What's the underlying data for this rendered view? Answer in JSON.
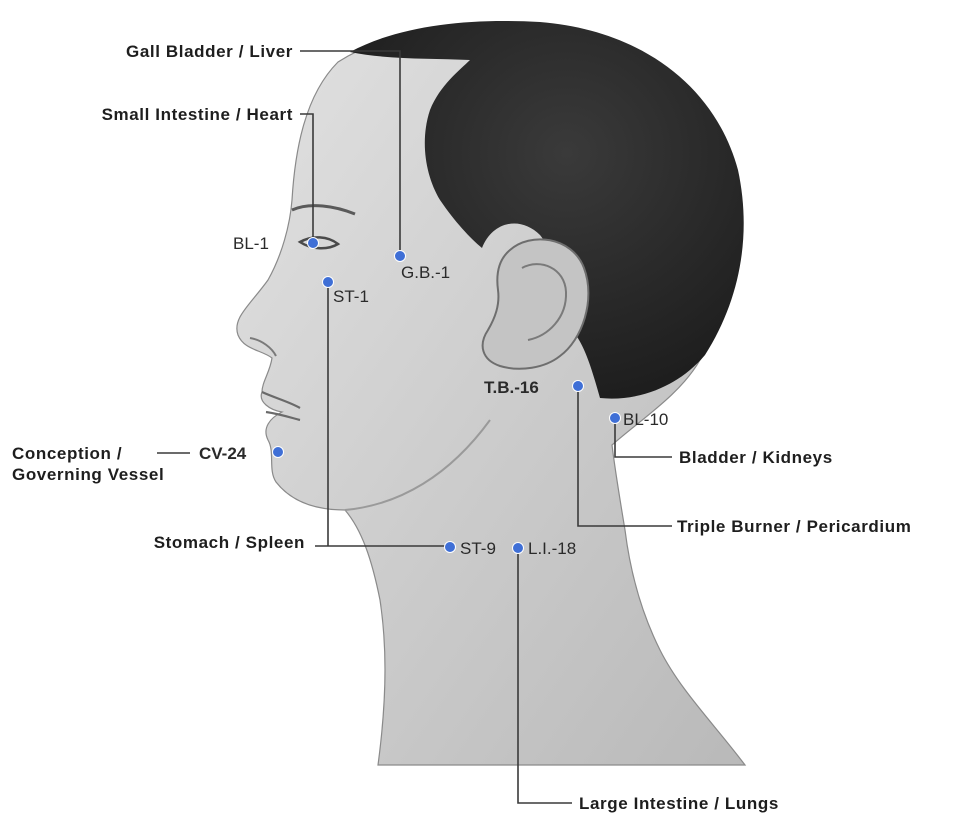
{
  "colors": {
    "point": "#3f6fd6",
    "skin": "#cfcfcf",
    "hair": "#262626",
    "line": "#3a3a3a"
  },
  "meridians": {
    "gall_bladder_liver": "Gall Bladder / Liver",
    "small_intestine_heart": "Small Intestine / Heart",
    "conception_line1": "Conception /",
    "conception_line2": "Governing Vessel",
    "stomach_spleen": "Stomach / Spleen",
    "bladder_kidneys": "Bladder / Kidneys",
    "triple_burner_pericardium": "Triple Burner / Pericardium",
    "large_intestine_lungs": "Large Intestine / Lungs"
  },
  "points": {
    "bl1": "BL-1",
    "gb1": "G.B.-1",
    "st1": "ST-1",
    "tb16": "T.B.-16",
    "bl10": "BL-10",
    "cv24": "CV-24",
    "st9": "ST-9",
    "li18": "L.I.-18"
  }
}
